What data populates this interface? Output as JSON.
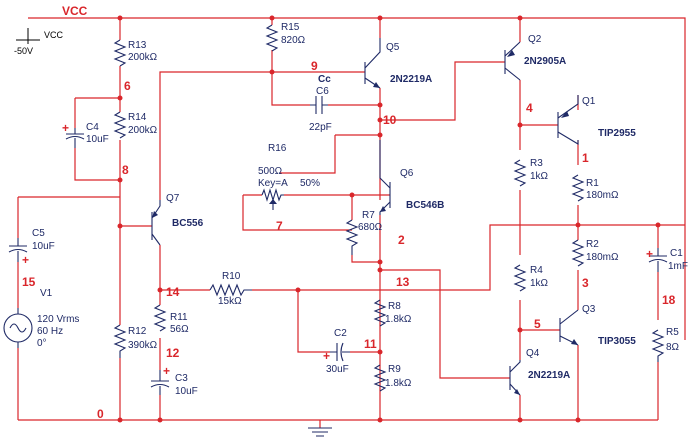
{
  "supply": {
    "net_label": "VCC",
    "source_name": "VCC",
    "source_value": "-50V"
  },
  "source_v1": {
    "name": "V1",
    "line1": "120 Vrms",
    "line2": "60 Hz",
    "line3": "0°"
  },
  "components": {
    "r13": {
      "name": "R13",
      "value": "200kΩ"
    },
    "r14": {
      "name": "R14",
      "value": "200kΩ"
    },
    "r12": {
      "name": "R12",
      "value": "390kΩ"
    },
    "r15": {
      "name": "R15",
      "value": "820Ω"
    },
    "r16": {
      "name": "R16",
      "value": "500Ω",
      "extra": "Key=A",
      "pct": "50%"
    },
    "r7": {
      "name": "R7",
      "value": "680Ω"
    },
    "r10": {
      "name": "R10",
      "value": "15kΩ"
    },
    "r11": {
      "name": "R11",
      "value": "56Ω"
    },
    "r8": {
      "name": "R8",
      "value": "1.8kΩ"
    },
    "r9": {
      "name": "R9",
      "value": "1.8kΩ"
    },
    "r3": {
      "name": "R3",
      "value": "1kΩ"
    },
    "r4": {
      "name": "R4",
      "value": "1kΩ"
    },
    "r1": {
      "name": "R1",
      "value": "180mΩ"
    },
    "r2": {
      "name": "R2",
      "value": "180mΩ"
    },
    "r5": {
      "name": "R5",
      "value": "8Ω"
    },
    "c4": {
      "name": "C4",
      "value": "10uF"
    },
    "c5": {
      "name": "C5",
      "value": "10uF"
    },
    "c6": {
      "name": "C6",
      "value": "22pF",
      "tag": "Cc"
    },
    "c2": {
      "name": "C2",
      "value": "30uF"
    },
    "c3": {
      "name": "C3",
      "value": "10uF"
    },
    "c1": {
      "name": "C1",
      "value": "1mF"
    },
    "q7": {
      "name": "Q7",
      "part": "BC556"
    },
    "q6": {
      "name": "Q6",
      "part": "BC546B"
    },
    "q5": {
      "name": "Q5",
      "part": "2N2219A"
    },
    "q2": {
      "name": "Q2",
      "part": "2N2905A"
    },
    "q1": {
      "name": "Q1",
      "part": "TIP2955"
    },
    "q3": {
      "name": "Q3",
      "part": "TIP3055"
    },
    "q4": {
      "name": "Q4",
      "part": "2N2219A"
    }
  },
  "nodes": {
    "n0": "0",
    "n1": "1",
    "n2": "2",
    "n3": "3",
    "n5": "5",
    "n6": "6",
    "n7": "7",
    "n8": "8",
    "n9": "9",
    "n10": "10",
    "n11": "11",
    "n12": "12",
    "n13": "13",
    "n14": "14",
    "n15": "15",
    "n18": "18"
  },
  "colors": {
    "wire": "#d9262b",
    "component": "#1f2a66"
  }
}
